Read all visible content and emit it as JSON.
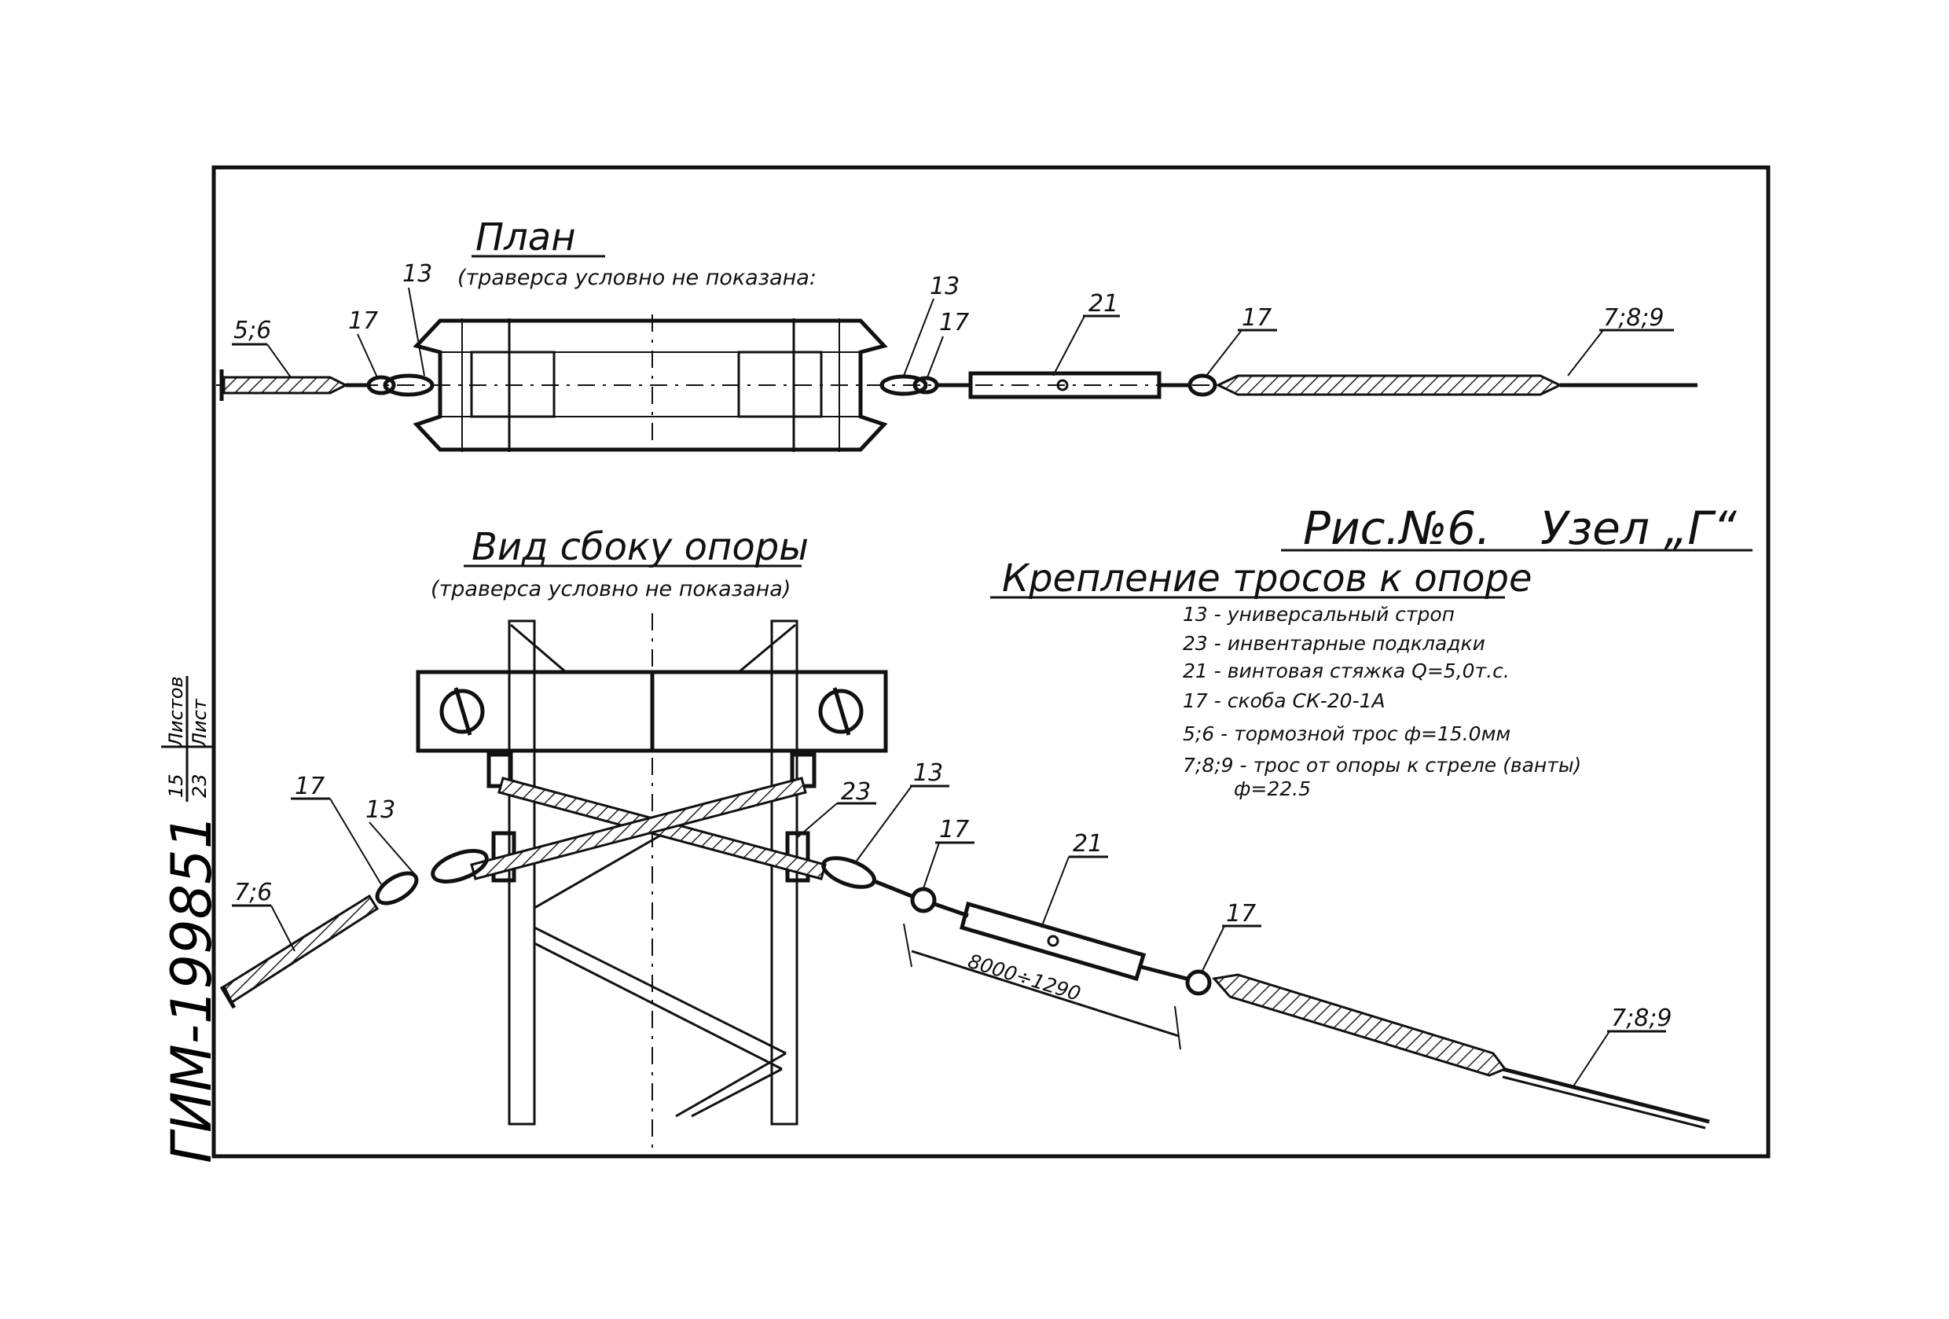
{
  "plan": {
    "title": "План",
    "subtitle": "(траверса условно не показана:",
    "callouts": {
      "c56": "5;6",
      "c17_left": "17",
      "c13_left": "13",
      "c13_right": "13",
      "c17_mid": "17",
      "c21": "21",
      "c17_right": "17",
      "c789": "7;8;9"
    }
  },
  "side_view": {
    "title": "Вид сбоку опоры",
    "subtitle": "(траверса условно не показана)",
    "callouts": {
      "c17_left": "17",
      "c13_left": "13",
      "c76": "7;6",
      "c23": "23",
      "c13_right": "13",
      "c17_mid": "17",
      "c21": "21",
      "c17_right": "17",
      "c789": "7;8;9"
    },
    "dimension": "8000÷1290"
  },
  "figure": {
    "number": "Рис.№6.",
    "node": "Узел „Г“",
    "heading": "Крепление тросов к опоре"
  },
  "legend": [
    "13 - универсальный строп",
    "23 - инвентарные подкладки",
    "21 - винтовая стяжка Q=5,0т.с.",
    "17 - скоба СК-20-1А",
    "5;6 - тормозной трос ф=15.0мм",
    "7;8;9 - трос от опоры к стреле (ванты)",
    "ф=22.5"
  ],
  "stamp": {
    "sheet_label": "Лист",
    "sheet_value": "23",
    "sheets_label": "Листов",
    "sheets_value": "15",
    "code": "ГИМ-199851"
  }
}
